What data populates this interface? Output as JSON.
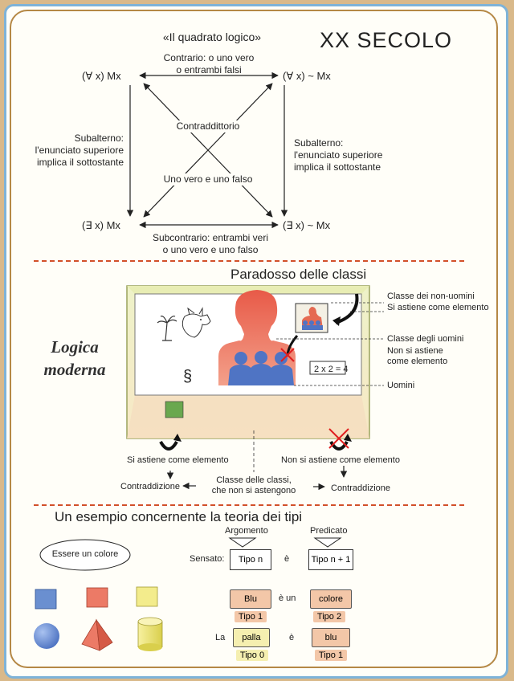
{
  "header": {
    "square_title": "«Il quadrato logico»",
    "era_title": "XX SECOLO"
  },
  "square": {
    "top_left": "(∀ x) Mx",
    "top_right": "(∀ x) ~ Mx",
    "bottom_left": "(∃ x) Mx",
    "bottom_right": "(∃ x) ~ Mx",
    "contrary": [
      "Contrario: o uno vero",
      "o entrambi falsi"
    ],
    "contradictory": "Contraddittorio",
    "one_true": "Uno vero e uno falso",
    "subaltern_left": [
      "Subalterno:",
      "l'enunciato superiore",
      "implica il sottostante"
    ],
    "subaltern_right": [
      "Subalterno:",
      "l'enunciato superiore",
      "implica il sottostante"
    ],
    "subcontrary": [
      "Subcontrario: entrambi veri",
      "o uno vero e uno falso"
    ]
  },
  "side_title": [
    "Logica",
    "moderna"
  ],
  "paradox": {
    "title": "Paradosso delle classi",
    "formula": "2 x 2 = 4",
    "section_sign": "§",
    "labels": {
      "non_men_class": "Classe dei non-uomini",
      "self_member": "Si astiene come elemento",
      "men_class": "Classe degli uomini",
      "not_self_member": [
        "Non si astiene",
        "come elemento"
      ],
      "men": "Uomini"
    },
    "bottom": {
      "left_branch": "Si astiene come elemento",
      "right_branch": "Non si astiene come elemento",
      "class_of_classes": [
        "Classe delle classi,",
        "che non si astengono"
      ],
      "left_result": "Contraddizione",
      "right_result": "Contraddizione"
    }
  },
  "types": {
    "title": "Un esempio concernente la teoria dei tipi",
    "argument": "Argomento",
    "predicate": "Predicato",
    "color_ellipse": "Essere un colore",
    "sensible": "Sensato:",
    "type_n": "Tipo n",
    "is": "è",
    "type_n1": "Tipo n + 1",
    "blu": "Blu",
    "is_a": "è un",
    "colore": "colore",
    "tipo1": "Tipo 1",
    "tipo2": "Tipo 2",
    "la": "La",
    "palla": "palla",
    "is2": "è",
    "blu2": "blu",
    "tipo0": "Tipo 0",
    "tipo1b": "Tipo 1"
  },
  "colors": {
    "frame_outer": "#d9b98a",
    "frame_blue": "#7eb3d8",
    "frame_brown": "#b58845",
    "divider": "#d2502a",
    "screen_border": "#e4e8b0",
    "blue_shape": "#6a8fd0",
    "red_shape": "#ec7a66",
    "yellow_shape": "#f3ec8c",
    "green_square": "#6aa84f"
  }
}
